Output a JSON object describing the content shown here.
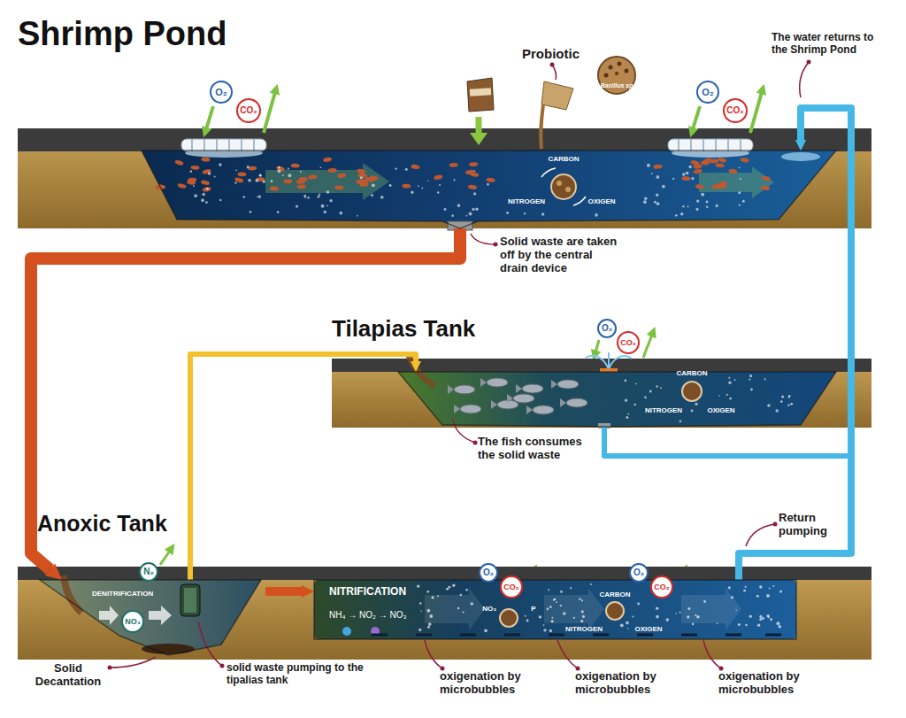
{
  "diagram": {
    "nodes": [
      {
        "text": [
          "Shrimp Pond"
        ]
      },
      {
        "text": [
          "Tilapias Tank"
        ]
      },
      {
        "text": [
          "Anoxic Tank"
        ]
      },
      {
        "text": [
          "NITRIFICATION"
        ]
      }
    ],
    "edges": [
      {
        "from": 0,
        "to": 2,
        "arrow": "to"
      },
      {
        "from": 2,
        "to": 1,
        "arrow": "to"
      },
      {
        "from": 2,
        "to": 3,
        "arrow": "to"
      },
      {
        "from": 1,
        "to": 0,
        "arrow": "to"
      },
      {
        "from": 3,
        "to": 0,
        "arrow": "to"
      }
    ],
    "labels": [
      "Probiotic",
      "Bacillus sp",
      "The water returns to the Shrimp Pond",
      "O₂",
      "CO₂",
      "O₂",
      "CO₂",
      "CARBON",
      "NITROGEN",
      "OXIGEN",
      "Solid waste are taken off by the central drain device",
      "O₂",
      "CO₂",
      "CARBON",
      "NITROGEN",
      "OXIGEN",
      "The fish consumes the solid waste",
      "Return pumping",
      "N₂",
      "DENITRIFICATION",
      "NO₃",
      "NH₄ → NO₂ → NO₃",
      "O₂",
      "CO₂",
      "O₂",
      "CO₂",
      "NO₃",
      "P",
      "CARBON",
      "NITROGEN",
      "OXIGEN",
      "Solid Decantation",
      "solid waste pumping to the tipalias tank",
      "oxigenation by microbubbles",
      "oxigenation by microbubbles",
      "oxigenation by microbubbles"
    ]
  }
}
